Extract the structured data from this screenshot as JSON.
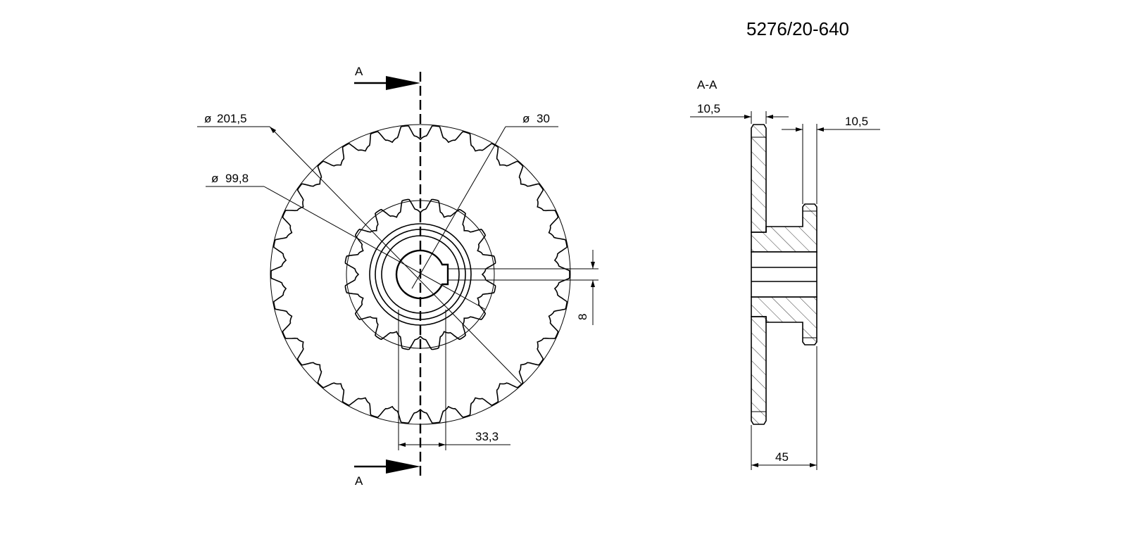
{
  "drawing": {
    "part_number": "5276/20-640",
    "section_label": "A-A",
    "section_marker": "A",
    "front_view": {
      "large_sprocket_teeth": 30,
      "small_sprocket_teeth": 16,
      "dimensions": {
        "large_diameter": "201,5",
        "small_diameter": "99,8",
        "bore_diameter": "30",
        "hub_width": "33,3",
        "keyway": "8"
      }
    },
    "section_view": {
      "dimensions": {
        "left_plate": "10,5",
        "right_plate": "10,5",
        "total_width": "45"
      }
    }
  }
}
